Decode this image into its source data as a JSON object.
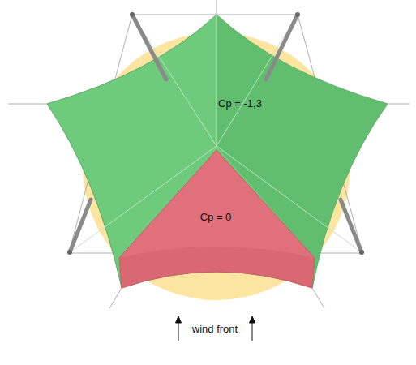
{
  "diagram": {
    "nodes": [
      {
        "text": [
          "Cp = -1,3"
        ]
      },
      {
        "text": [
          "Cp = 0"
        ]
      }
    ],
    "labels": [
      "wind front"
    ]
  }
}
